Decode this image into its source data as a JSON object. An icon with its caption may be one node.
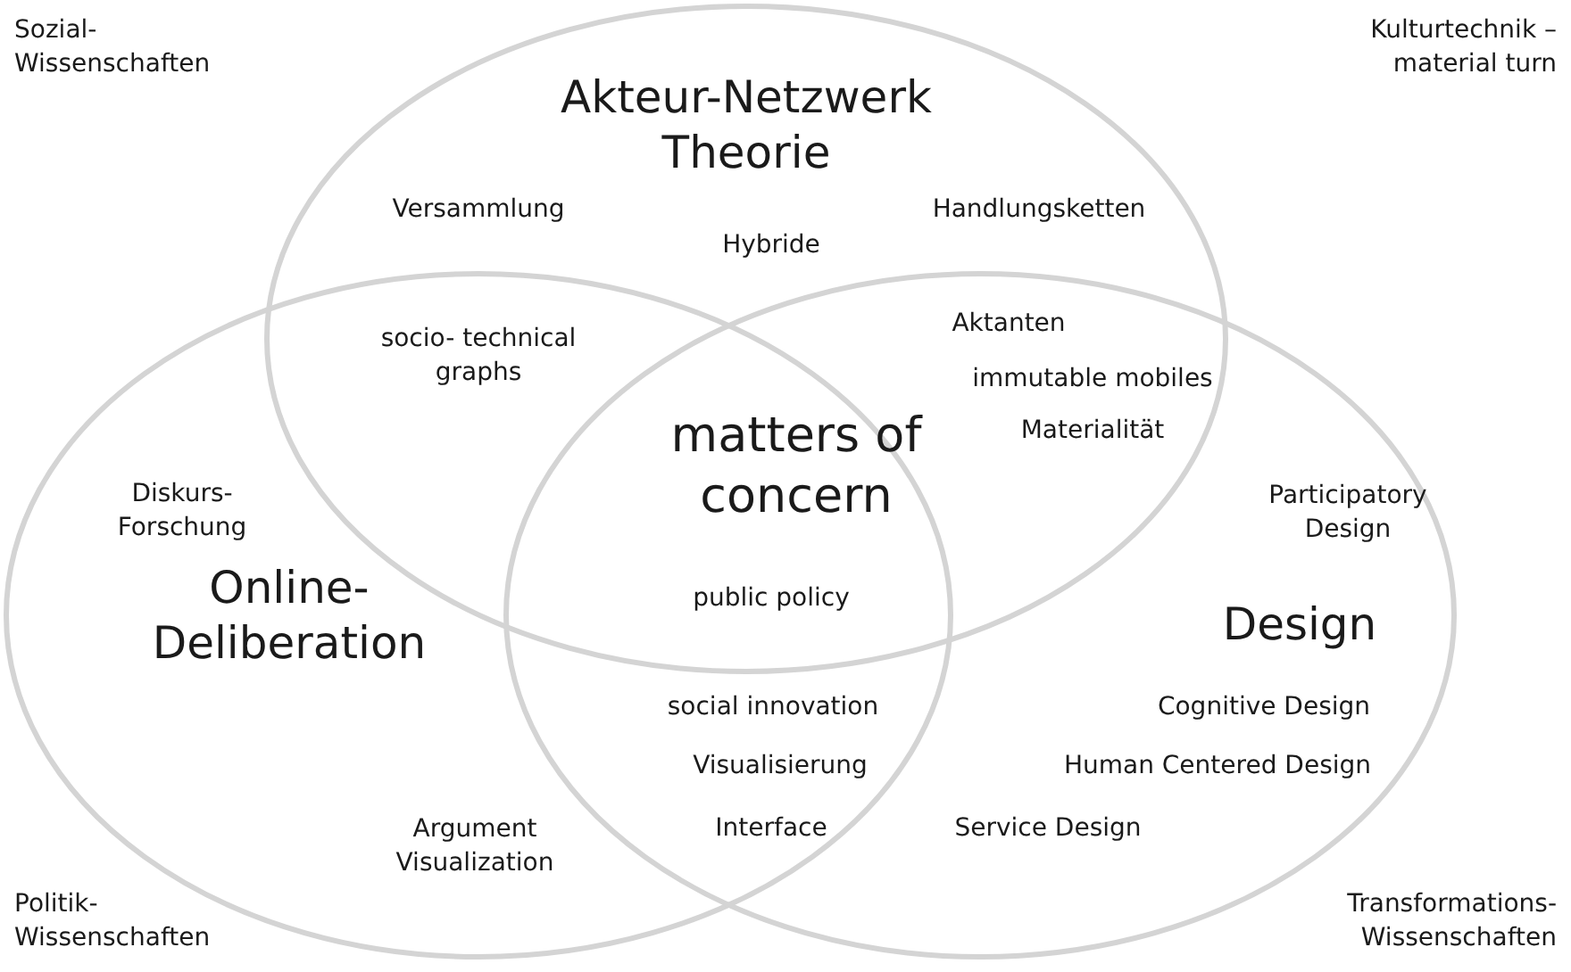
{
  "diagram": {
    "nodes": [
      {
        "text": [
          "Akteur-Netzwerk Theorie"
        ]
      },
      {
        "text": [
          "Online- Deliberation"
        ]
      },
      {
        "text": [
          "Design"
        ]
      }
    ],
    "edges": [],
    "labels": [
      "Sozial- Wissenschaften",
      "Kulturtechnik – material turn",
      "Versammlung",
      "Hybride",
      "Handlungsketten",
      "socio- technical graphs",
      "Aktanten",
      "immutable mobiles",
      "matters of concern",
      "Materialität",
      "Diskurs- Forschung",
      "Participatory Design",
      "public policy",
      "social innovation",
      "Cognitive Design",
      "Visualisierung",
      "Human Centered Design",
      "Argument Visualization",
      "Interface",
      "Service Design",
      "Politik- Wissenschaften",
      "Transformations- Wissenschaften"
    ]
  }
}
